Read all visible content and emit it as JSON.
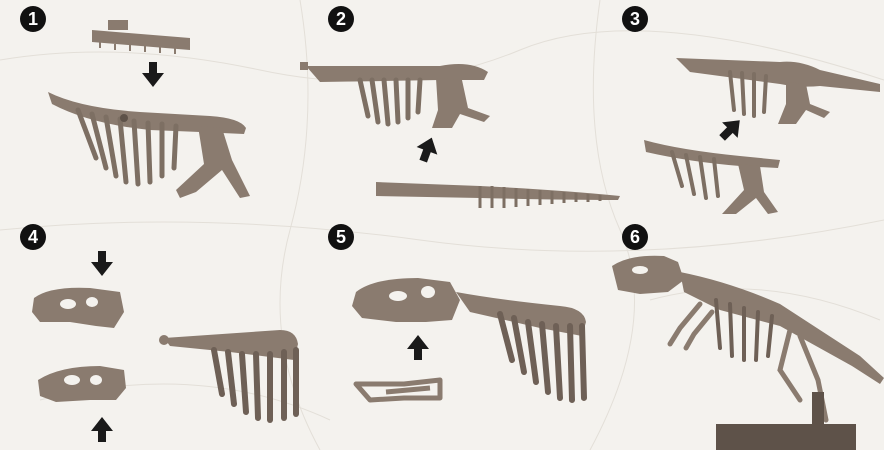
{
  "steps": [
    {
      "number": "1"
    },
    {
      "number": "2"
    },
    {
      "number": "3"
    },
    {
      "number": "4"
    },
    {
      "number": "5"
    },
    {
      "number": "6"
    }
  ],
  "colors": {
    "bone": "#8a7b6f",
    "bone_dark": "#5e5249",
    "arrow": "#1a1a1a",
    "badge": "#111111",
    "background": "#f4f2ee",
    "crack": "#e2ded7"
  },
  "icons": {
    "arrow": "arrow-icon",
    "badge": "step-number-badge"
  }
}
